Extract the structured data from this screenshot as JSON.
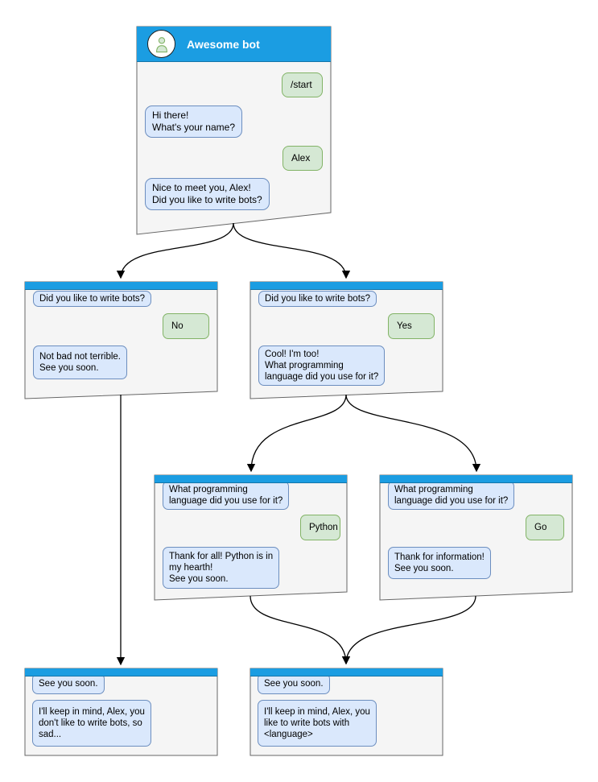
{
  "diagram": {
    "kind": "chatbot-conversation-flow"
  },
  "colors": {
    "header_blue": "#1b9de2",
    "window_bg": "#f5f5f5",
    "window_border": "#666666",
    "bot_bubble_bg": "#dae8fc",
    "bot_bubble_border": "#6c8ebf",
    "user_bubble_bg": "#d5e8d4",
    "user_bubble_border": "#82b366",
    "arrow": "#000000"
  },
  "windows": [
    {
      "id": "main",
      "title": "Awesome bot",
      "avatar": "person-icon",
      "messages": [
        {
          "from": "user",
          "text": "/start"
        },
        {
          "from": "bot",
          "text": "Hi there!\nWhat's your name?"
        },
        {
          "from": "user",
          "text": "Alex"
        },
        {
          "from": "bot",
          "text": "Nice to meet you, Alex!\nDid you like to write bots?"
        }
      ]
    },
    {
      "id": "branch-no",
      "messages": [
        {
          "from": "bot",
          "text": "Did you like to write bots?"
        },
        {
          "from": "user",
          "text": "No"
        },
        {
          "from": "bot",
          "text": "Not bad not terrible.\nSee you soon."
        }
      ]
    },
    {
      "id": "branch-yes",
      "messages": [
        {
          "from": "bot",
          "text": "Did you like to write bots?"
        },
        {
          "from": "user",
          "text": "Yes"
        },
        {
          "from": "bot",
          "text": "Cool! I'm too!\nWhat programming\nlanguage did you use for it?"
        }
      ]
    },
    {
      "id": "lang-python",
      "messages": [
        {
          "from": "bot",
          "text": "What programming\nlanguage did you use for it?"
        },
        {
          "from": "user",
          "text": "Python"
        },
        {
          "from": "bot",
          "text": "Thank for all! Python is in\nmy hearth!\nSee you soon."
        }
      ]
    },
    {
      "id": "lang-go",
      "messages": [
        {
          "from": "bot",
          "text": "What programming\nlanguage did you use for it?"
        },
        {
          "from": "user",
          "text": "Go"
        },
        {
          "from": "bot",
          "text": "Thank for information!\nSee you soon."
        }
      ]
    },
    {
      "id": "end-no",
      "messages": [
        {
          "from": "bot",
          "text": "See you soon."
        },
        {
          "from": "bot",
          "text": "I'll keep in mind, Alex, you\ndon't like to write bots, so\nsad..."
        }
      ]
    },
    {
      "id": "end-yes",
      "messages": [
        {
          "from": "bot",
          "text": "See you soon."
        },
        {
          "from": "bot",
          "text": "I'll keep in mind, Alex, you\nlike to write bots with\n<language>"
        }
      ]
    }
  ],
  "edges": [
    {
      "from": "main",
      "to": "branch-no"
    },
    {
      "from": "main",
      "to": "branch-yes"
    },
    {
      "from": "branch-no",
      "to": "end-no"
    },
    {
      "from": "branch-yes",
      "to": "lang-python"
    },
    {
      "from": "branch-yes",
      "to": "lang-go"
    },
    {
      "from": "lang-python",
      "to": "end-yes"
    },
    {
      "from": "lang-go",
      "to": "end-yes"
    }
  ]
}
